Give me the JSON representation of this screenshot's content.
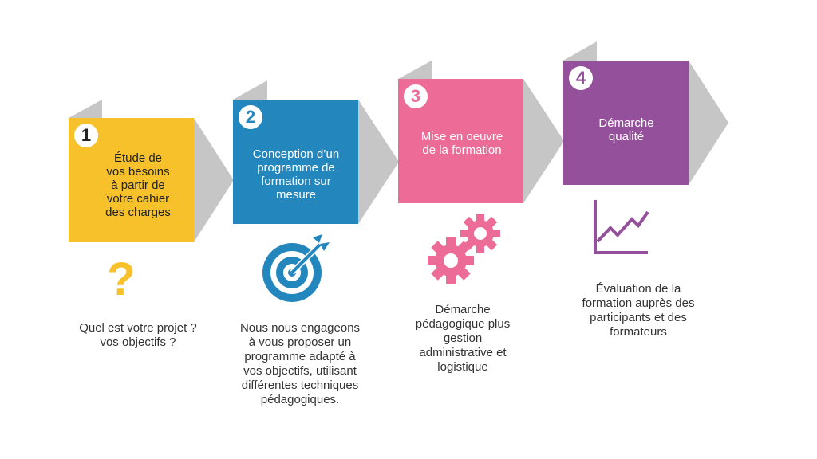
{
  "colors": {
    "step1": "#f7c12b",
    "step2": "#2387be",
    "step3": "#ec6b97",
    "step4": "#95509b",
    "gray_fold": "#c6c6c6",
    "gray_arrow": "#c6c6c6",
    "text": "#333333"
  },
  "steps": [
    {
      "number": "1",
      "title": "Étude de\nvos besoins\nà partir de\nvotre cahier\ndes charges",
      "icon": "question-mark-icon",
      "icon_glyph": "?",
      "description": "Quel est votre projet ?\nvos objectifs ?"
    },
    {
      "number": "2",
      "title": "Conception d’un\nprogramme de\nformation sur\nmesure",
      "icon": "target-icon",
      "description": "Nous nous engageons\nà vous proposer un\nprogramme adapté à\nvos objectifs,  utilisant\ndifférentes techniques\npédagogiques."
    },
    {
      "number": "3",
      "title": "Mise en oeuvre\nde la formation",
      "icon": "gears-icon",
      "description": "Démarche\npédagogique plus\ngestion\nadministrative et\nlogistique"
    },
    {
      "number": "4",
      "title": "Démarche\nqualité",
      "icon": "growth-chart-icon",
      "description": "Évaluation de la\nformation auprès des\nparticipants et des\nformateurs"
    }
  ]
}
